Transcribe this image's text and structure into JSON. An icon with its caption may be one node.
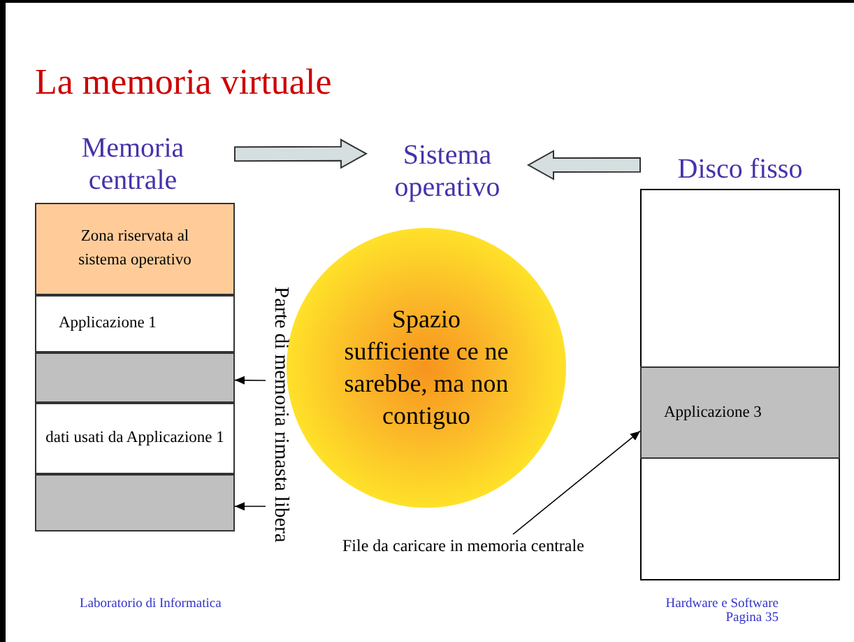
{
  "diagram": {
    "title": "La memoria virtuale",
    "nodes": [
      {
        "text": [
          "Memoria centrale"
        ]
      },
      {
        "text": [
          "Zona riservata al sistema operativo"
        ],
        "in": 0
      },
      {
        "text": [
          "Applicazione 1"
        ],
        "in": 0
      },
      {
        "text": [],
        "shape": "box",
        "in": 0
      },
      {
        "text": [
          "dati usati da Applicazione 1"
        ],
        "in": 0
      },
      {
        "text": [],
        "shape": "box",
        "in": 0
      },
      {
        "text": [
          "Parte di memoria rimasta libera"
        ]
      },
      {
        "text": [
          "Sistema operativo"
        ]
      },
      {
        "text": [
          "Spazio sufficiente ce ne sarebbe, ma non contiguo"
        ]
      },
      {
        "text": [
          "Disco fisso"
        ]
      },
      {
        "text": [
          "Applicazione 3"
        ],
        "in": 9
      },
      {
        "text": [
          "File da caricare in memoria centrale"
        ]
      }
    ],
    "edges": [
      {
        "from": 0,
        "to": 7,
        "arrow": "to",
        "style": "thick"
      },
      {
        "from": 9,
        "to": 7,
        "arrow": "to",
        "style": "thick"
      },
      {
        "from": 6,
        "to": 3,
        "arrow": "to"
      },
      {
        "from": 6,
        "to": 5,
        "arrow": "to"
      },
      {
        "from": 11,
        "to": 10,
        "arrow": "to"
      }
    ],
    "labels": [
      "Laboratorio di Informatica",
      "Hardware e Software",
      "Pagina 35"
    ]
  }
}
